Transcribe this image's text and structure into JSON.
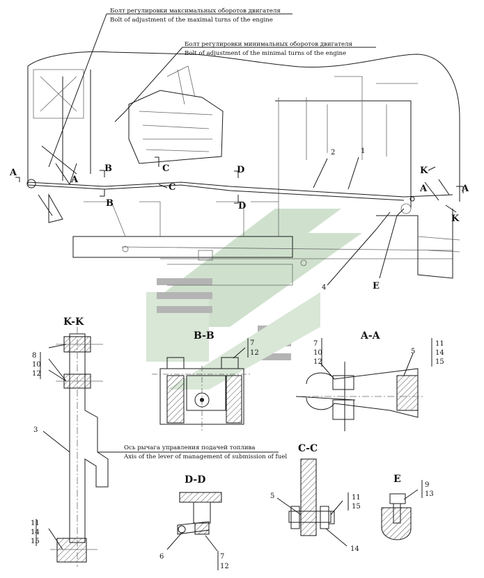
{
  "callouts": {
    "max_bolt_ru": "Болт регулировки максимальных оборотов двигателя",
    "max_bolt_en": "Bolt of adjustment of the maximal turns of the engine",
    "min_bolt_ru": "Болт регулировки минимальных оборотов двигателя",
    "min_bolt_en": "Bolt of adjustment of the minimal turns of the engine",
    "axis_ru": "Ось рычага управления подачей топлива",
    "axis_en": "Axis of the lever of management of submission of fuel"
  },
  "main_view": {
    "markers": [
      "A",
      "A",
      "B",
      "B",
      "C",
      "C",
      "D",
      "D",
      "A",
      "A",
      "K",
      "K"
    ],
    "numbers": [
      "2",
      "1",
      "4",
      "E"
    ]
  },
  "sections": {
    "kk": {
      "title": "K-K",
      "labels": [
        "8",
        "10",
        "12",
        "3",
        "11",
        "14",
        "15"
      ]
    },
    "bb": {
      "title": "B-B",
      "labels": [
        "7",
        "12"
      ]
    },
    "aa": {
      "title": "A-A",
      "labels": [
        "7",
        "10",
        "12",
        "5",
        "11",
        "14",
        "15"
      ]
    },
    "dd": {
      "title": "D-D",
      "labels": [
        "6",
        "7",
        "12"
      ]
    },
    "cc": {
      "title": "C-C",
      "labels": [
        "5",
        "11",
        "15",
        "14"
      ]
    },
    "e": {
      "title": "E",
      "labels": [
        "9",
        "13"
      ]
    }
  },
  "watermark": {
    "color": "#9fbf9f"
  }
}
